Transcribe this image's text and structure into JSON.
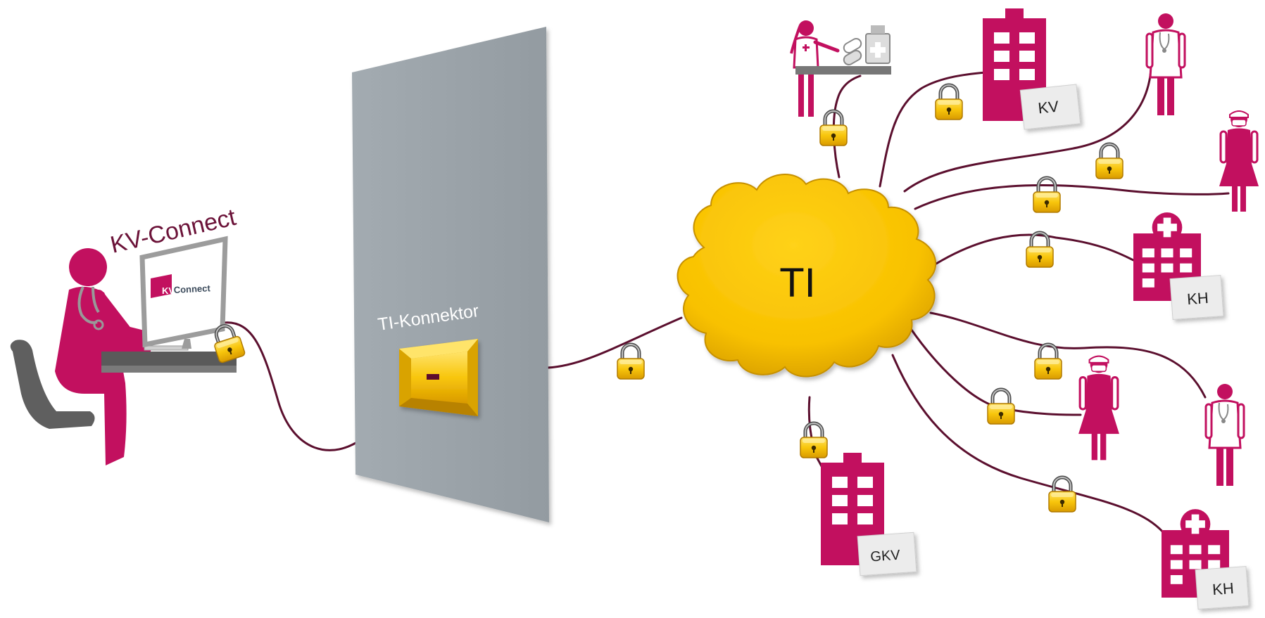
{
  "labels": {
    "kv_connect_title": "KV-Connect",
    "screen_logo_kv": "KV",
    "screen_logo_connect": "Connect",
    "connector_label": "TI-Konnektor",
    "cloud_label": "TI",
    "kv_tag": "KV",
    "kh_tag_1": "KH",
    "kh_tag_2": "KH",
    "gkv_tag": "GKV"
  },
  "colors": {
    "magenta": "#C2105F",
    "wire": "#5B0F2E",
    "gray_wall": "#9DA5AB",
    "gold": "#F5C20A",
    "title_purple": "#6B1238"
  },
  "icons": [
    "doctor-at-computer-icon",
    "padlock-icon",
    "pharmacy-icon",
    "building-icon",
    "hospital-icon",
    "doctor-icon",
    "surgeon-icon"
  ]
}
